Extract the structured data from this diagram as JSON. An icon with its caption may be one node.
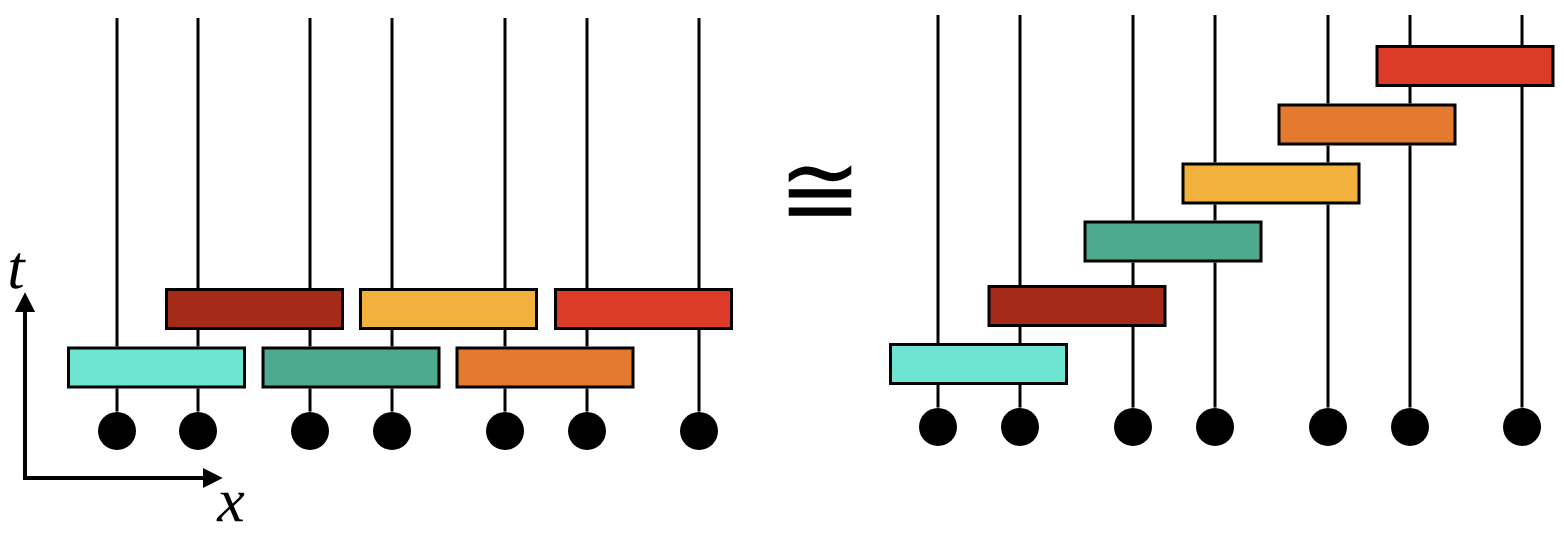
{
  "diagram": {
    "nodes": [
      {
        "text": [],
        "shape": "box"
      },
      {
        "text": [],
        "shape": "box"
      },
      {
        "text": [],
        "shape": "box"
      },
      {
        "text": [],
        "shape": "box"
      },
      {
        "text": [],
        "shape": "box"
      },
      {
        "text": [],
        "shape": "box"
      },
      {
        "text": [],
        "shape": "circle"
      },
      {
        "text": [],
        "shape": "circle"
      },
      {
        "text": [],
        "shape": "circle"
      },
      {
        "text": [],
        "shape": "circle"
      },
      {
        "text": [],
        "shape": "circle"
      },
      {
        "text": [],
        "shape": "circle"
      },
      {
        "text": [],
        "shape": "circle"
      },
      {
        "text": [],
        "shape": "box"
      },
      {
        "text": [],
        "shape": "box"
      },
      {
        "text": [],
        "shape": "box"
      },
      {
        "text": [],
        "shape": "box"
      },
      {
        "text": [],
        "shape": "box"
      },
      {
        "text": [],
        "shape": "box"
      },
      {
        "text": [],
        "shape": "circle"
      },
      {
        "text": [],
        "shape": "circle"
      },
      {
        "text": [],
        "shape": "circle"
      },
      {
        "text": [],
        "shape": "circle"
      },
      {
        "text": [],
        "shape": "circle"
      },
      {
        "text": [],
        "shape": "circle"
      },
      {
        "text": [],
        "shape": "circle"
      }
    ],
    "edges": [
      {
        "from": 6,
        "to": 3,
        "arrow": "none"
      },
      {
        "from": 3,
        "to": null,
        "arrow": "none"
      },
      {
        "from": 7,
        "to": 3,
        "arrow": "none"
      },
      {
        "from": 3,
        "to": 0,
        "arrow": "none"
      },
      {
        "from": 0,
        "to": null,
        "arrow": "none"
      },
      {
        "from": 8,
        "to": 4,
        "arrow": "none"
      },
      {
        "from": 4,
        "to": 0,
        "arrow": "none"
      },
      {
        "from": 0,
        "to": null,
        "arrow": "none"
      },
      {
        "from": 9,
        "to": 4,
        "arrow": "none"
      },
      {
        "from": 4,
        "to": 1,
        "arrow": "none"
      },
      {
        "from": 1,
        "to": null,
        "arrow": "none"
      },
      {
        "from": 10,
        "to": 5,
        "arrow": "none"
      },
      {
        "from": 5,
        "to": 1,
        "arrow": "none"
      },
      {
        "from": 1,
        "to": null,
        "arrow": "none"
      },
      {
        "from": 11,
        "to": 5,
        "arrow": "none"
      },
      {
        "from": 5,
        "to": 2,
        "arrow": "none"
      },
      {
        "from": 2,
        "to": null,
        "arrow": "none"
      },
      {
        "from": 12,
        "to": 2,
        "arrow": "none"
      },
      {
        "from": 2,
        "to": null,
        "arrow": "none"
      },
      {
        "from": 19,
        "to": 18,
        "arrow": "none"
      },
      {
        "from": 18,
        "to": null,
        "arrow": "none"
      },
      {
        "from": 20,
        "to": 18,
        "arrow": "none"
      },
      {
        "from": 18,
        "to": 17,
        "arrow": "none"
      },
      {
        "from": 17,
        "to": null,
        "arrow": "none"
      },
      {
        "from": 21,
        "to": 17,
        "arrow": "none"
      },
      {
        "from": 17,
        "to": 16,
        "arrow": "none"
      },
      {
        "from": 16,
        "to": null,
        "arrow": "none"
      },
      {
        "from": 22,
        "to": 16,
        "arrow": "none"
      },
      {
        "from": 16,
        "to": 15,
        "arrow": "none"
      },
      {
        "from": 15,
        "to": null,
        "arrow": "none"
      },
      {
        "from": 23,
        "to": 15,
        "arrow": "none"
      },
      {
        "from": 15,
        "to": 14,
        "arrow": "none"
      },
      {
        "from": 14,
        "to": null,
        "arrow": "none"
      },
      {
        "from": 24,
        "to": 14,
        "arrow": "none"
      },
      {
        "from": 14,
        "to": 13,
        "arrow": "none"
      },
      {
        "from": 13,
        "to": null,
        "arrow": "none"
      },
      {
        "from": 25,
        "to": 13,
        "arrow": "none"
      },
      {
        "from": 13,
        "to": null,
        "arrow": "none"
      }
    ],
    "labels": [
      "t",
      "x",
      "≅"
    ]
  }
}
